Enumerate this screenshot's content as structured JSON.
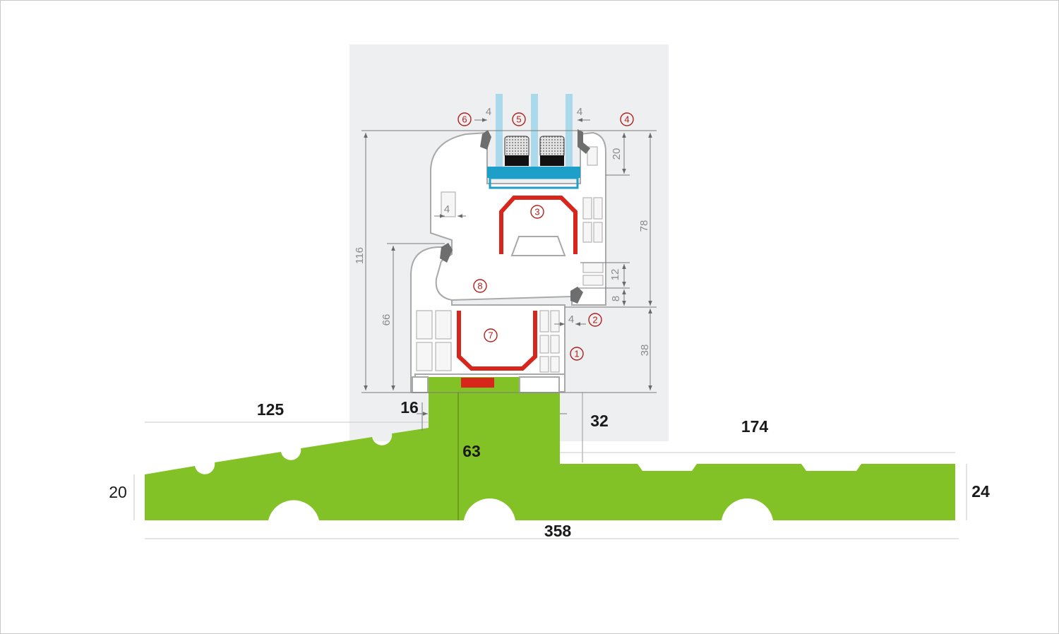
{
  "profile": {
    "dimensions": {
      "overall_height": "116",
      "frame_height": "66",
      "glazing_depth": "20",
      "sash_height": "78",
      "gap_upper": "12",
      "gap_lower": "8",
      "frame_visible": "38",
      "gasket_offset_left": "4",
      "gasket_offset_right": "4",
      "sash_gasket_offset": "4",
      "frame_gasket_offset": "4"
    },
    "callouts": [
      "1",
      "2",
      "3",
      "4",
      "5",
      "6",
      "7",
      "8"
    ]
  },
  "sill": {
    "slope_length": "125",
    "step_width": "16",
    "riser_height": "63",
    "right_step": "32",
    "flat_length": "174",
    "left_height": "20",
    "right_height": "24",
    "total_length": "358"
  },
  "colors": {
    "sill_green": "#82c226",
    "reinforcement_red": "#d8261c",
    "glass": "#a9d9ea",
    "bead_blue": "#1e9fc9",
    "background_panel": "#eeeff1"
  }
}
